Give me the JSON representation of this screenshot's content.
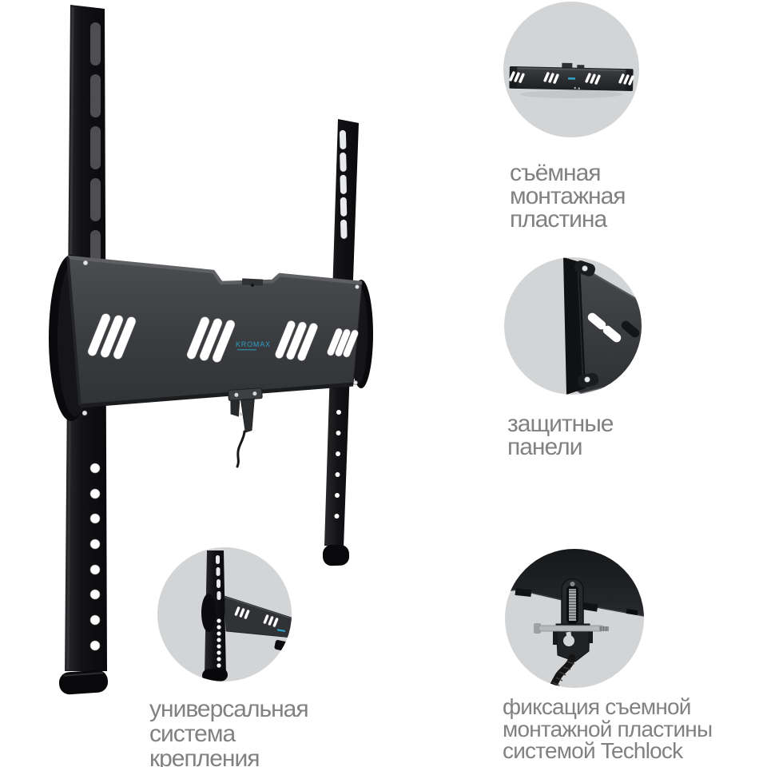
{
  "product": {
    "name": "tv-wall-mount",
    "brand": "KROMAX"
  },
  "callouts": [
    {
      "id": "removable-plate",
      "label": "съёмная\nмонтажная\nпластина"
    },
    {
      "id": "protective-panels",
      "label": "защитные\nпанели"
    },
    {
      "id": "universal-mount",
      "label": "универсальная\nсистема\nкрепления"
    },
    {
      "id": "techlock",
      "label": "фиксация съемной\nмонтажной пластины\nсистемой Techlock"
    }
  ],
  "colors": {
    "background": "#ffffff",
    "circle_bg": "#d2d4d5",
    "label_text": "#808183",
    "accent_blue": "#2f9fc4",
    "metal_dark": "#121214",
    "plate_gray": "#3e4043"
  }
}
